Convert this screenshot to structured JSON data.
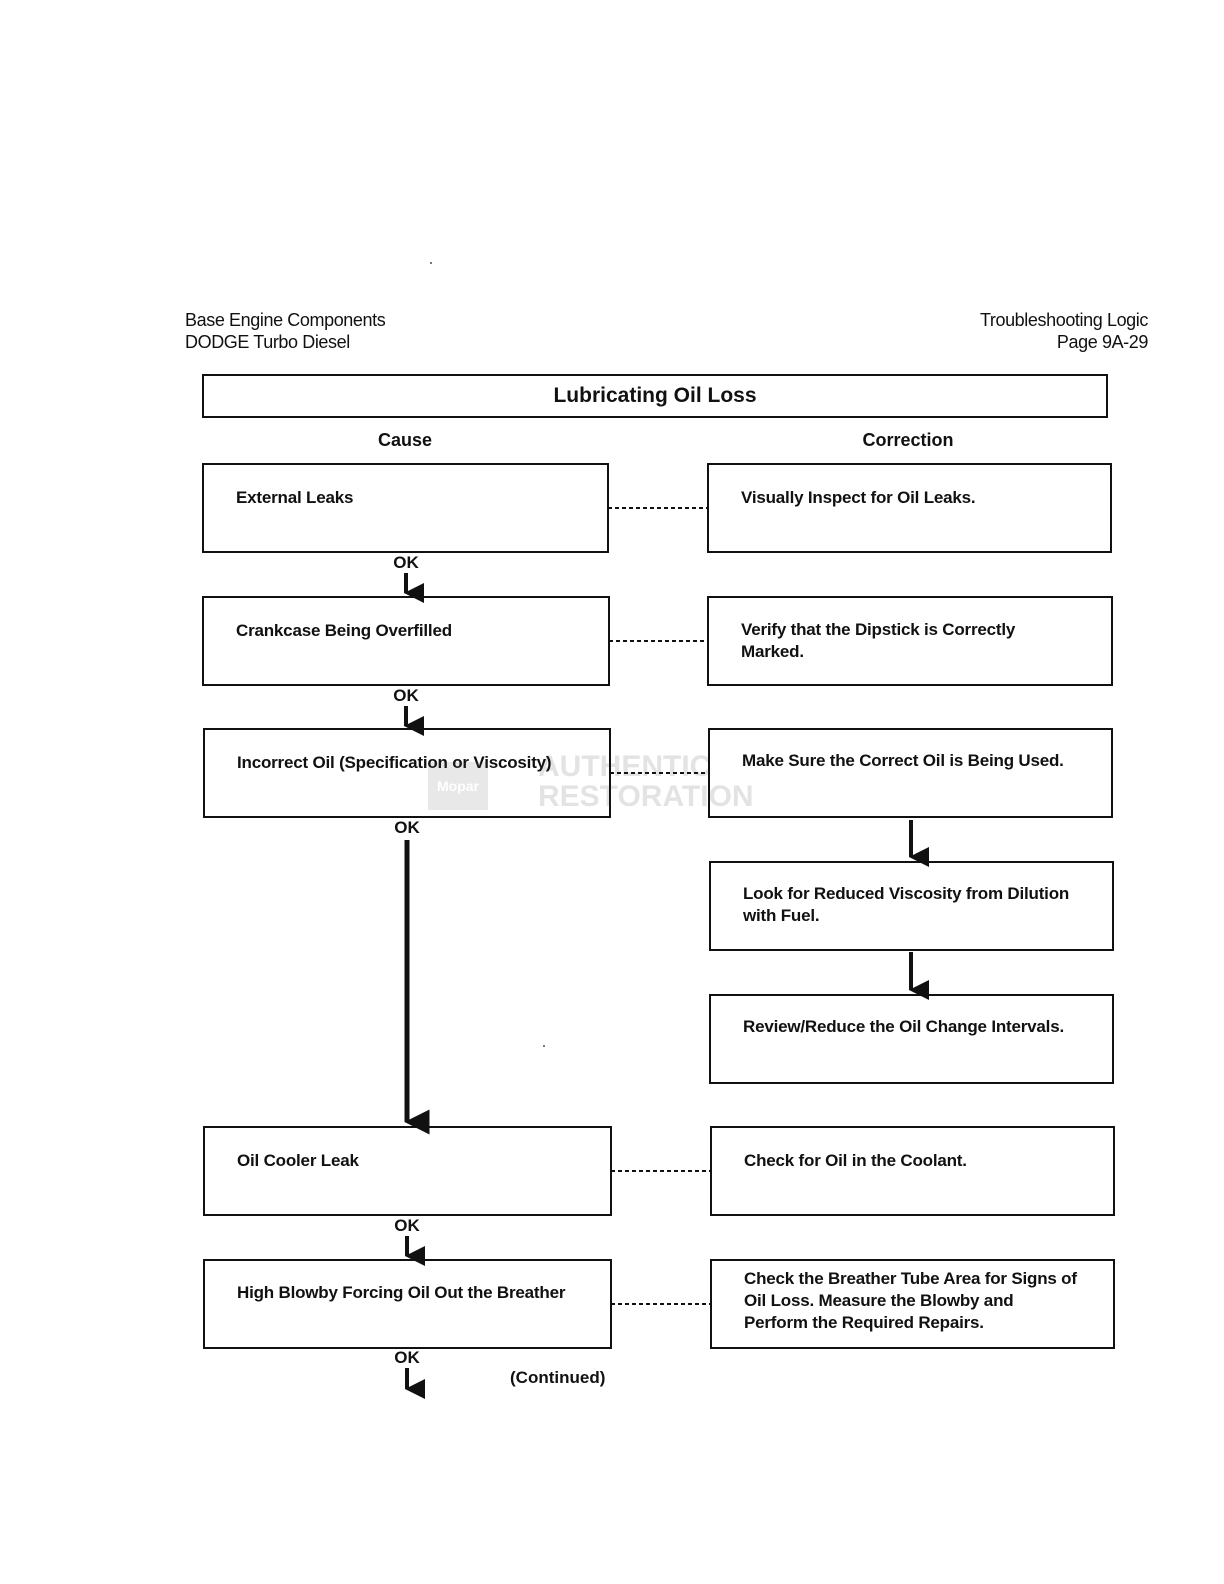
{
  "header": {
    "left_line1": "Base Engine Components",
    "left_line2": "DODGE Turbo Diesel",
    "right_line1": "Troubleshooting Logic",
    "right_line2": "Page 9A-29"
  },
  "chart": {
    "title": "Lubricating Oil Loss",
    "cause_header": "Cause",
    "correction_header": "Correction"
  },
  "causes": [
    "External Leaks",
    "Crankcase Being Overfilled",
    "Incorrect Oil (Specification or Viscosity)",
    "Oil Cooler Leak",
    "High Blowby Forcing Oil Out the Breather"
  ],
  "corrections": [
    "Visually Inspect for Oil Leaks.",
    "Verify that the Dipstick is Correctly Marked.",
    "Make Sure the Correct Oil is Being Used.",
    "Look for Reduced Viscosity from Dilution with Fuel.",
    "Review/Reduce the Oil Change Intervals.",
    "Check for Oil in the Coolant.",
    "Check the Breather Tube Area for Signs of Oil Loss. Measure the Blowby and Perform the Required Repairs."
  ],
  "ok_label": "OK",
  "continued": "(Continued)",
  "watermark": {
    "logo": "Mopar",
    "text_line1": "AUTHENTIC",
    "text_line2": "RESTORATION"
  }
}
